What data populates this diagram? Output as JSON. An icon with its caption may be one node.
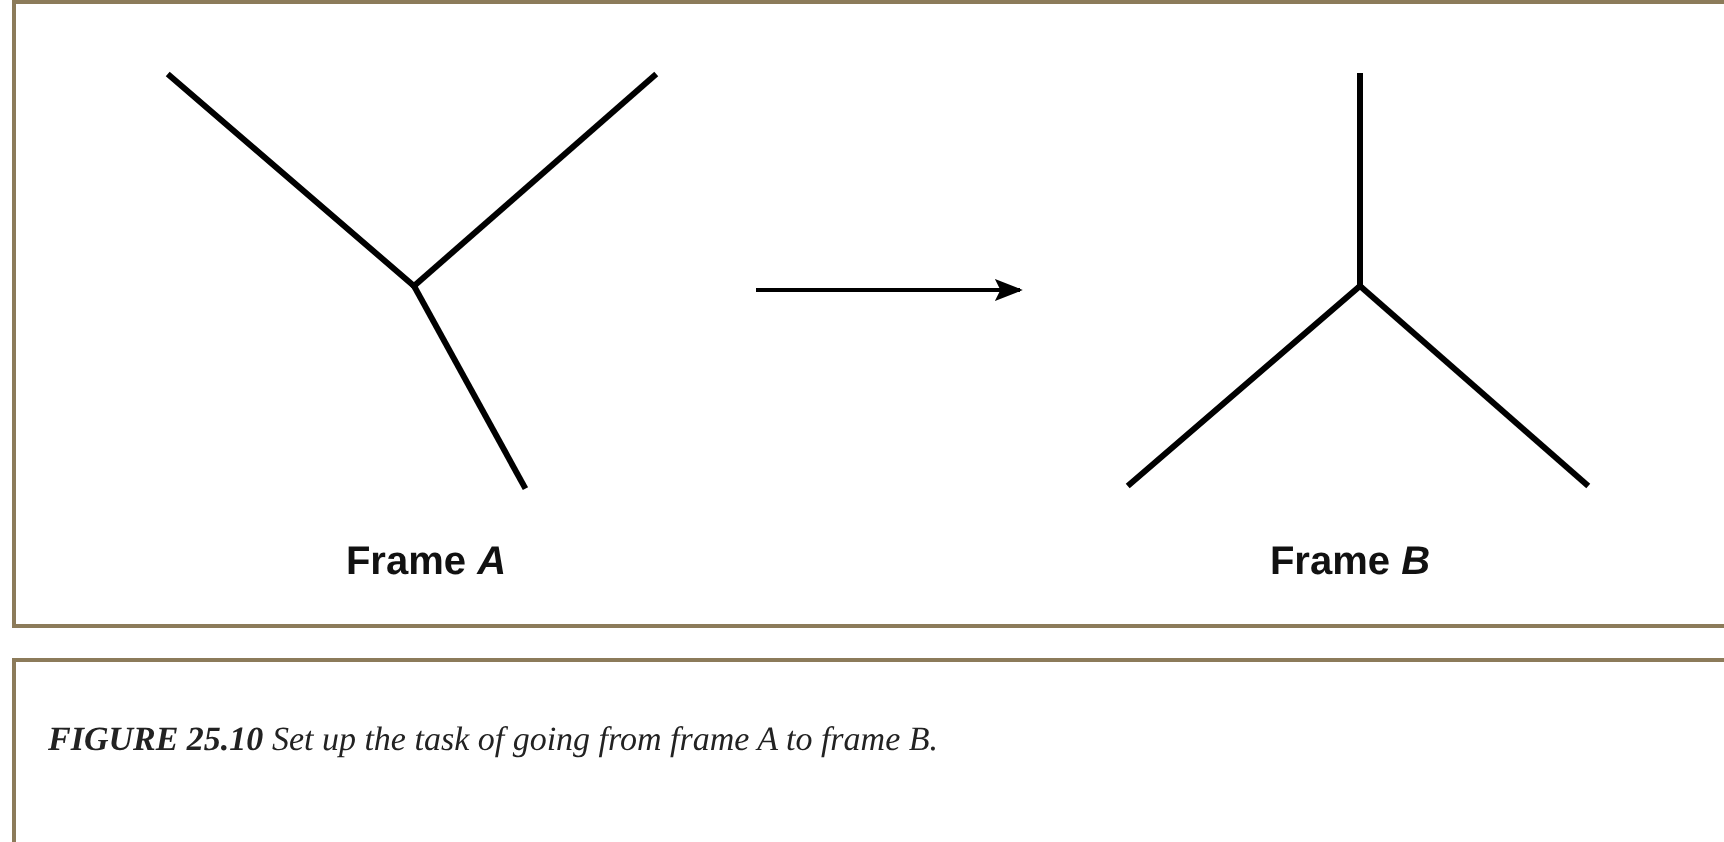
{
  "diagram": {
    "caption": "**FIGURE 25.10** Set up the task of going from frame *A* to frame *B*.",
    "nodes": [
      {
        "text": [
          "Frame *A*"
        ]
      },
      {
        "text": [
          "Frame *B*"
        ]
      }
    ],
    "edges": [
      {
        "from": 0,
        "to": 1,
        "arrow": "to"
      }
    ]
  }
}
